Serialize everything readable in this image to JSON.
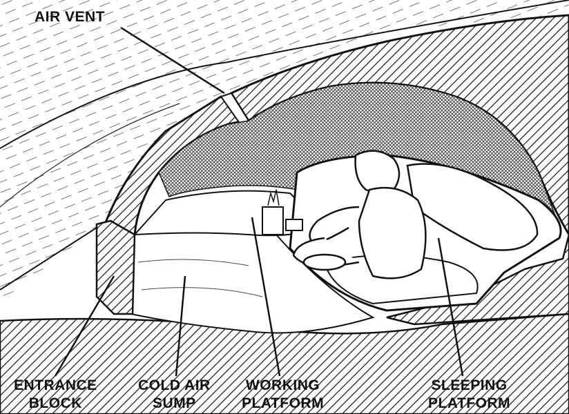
{
  "labels": {
    "air_vent": "AIR VENT",
    "entrance_block": [
      "ENTRANCE",
      "BLOCK"
    ],
    "cold_air_sump": [
      "COLD AIR",
      "SUMP"
    ],
    "working_platform": [
      "WORKING",
      "PLATFORM"
    ],
    "sleeping_platform": [
      "SLEEPING",
      "PLATFORM"
    ]
  },
  "colors": {
    "ink": "#111111",
    "paper": "#ffffff"
  }
}
